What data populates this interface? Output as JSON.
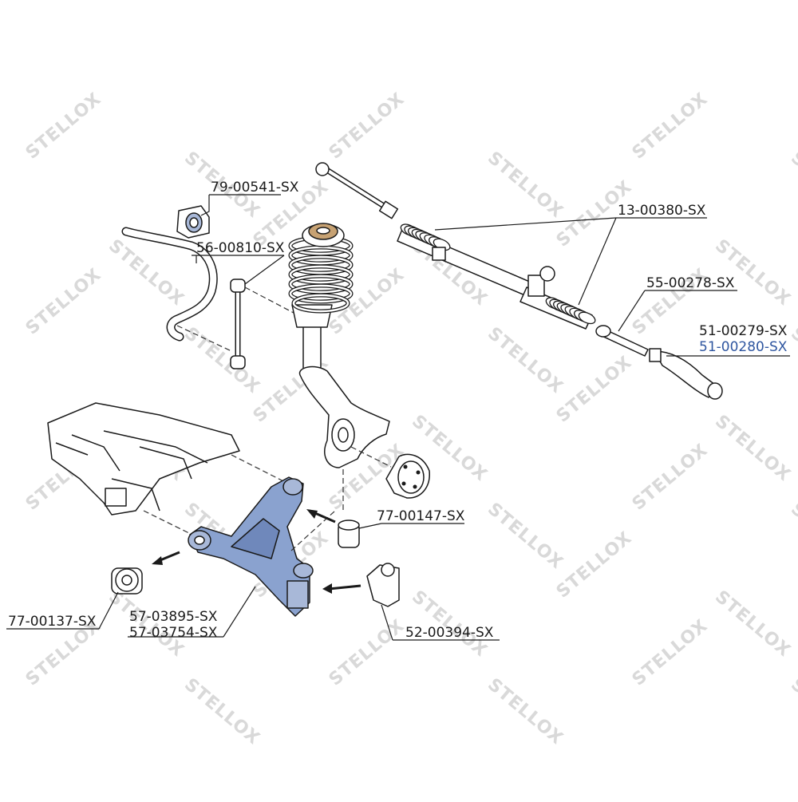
{
  "watermark": {
    "brand": "STELLOX"
  },
  "colors": {
    "highlight": "#2f56a0",
    "part_fill": "#ffffff",
    "arm_fill": "#8aa2cf",
    "mount_fill": "#a8b8d8",
    "bushing_fill": "#c7a273",
    "line": "#1a1a1a"
  },
  "labels": {
    "stabilizer_bushing": "79-00541-SX",
    "stabilizer_link": "56-00810-SX",
    "steering_rack": "13-00380-SX",
    "tie_rod": "55-00278-SX",
    "tie_rod_end_left": "51-00279-SX",
    "tie_rod_end_right": "51-00280-SX",
    "arm_bushing_front": "77-00147-SX",
    "arm_bushing_rear": "77-00137-SX",
    "control_arm_1": "57-03895-SX",
    "control_arm_2": "57-03754-SX",
    "ball_joint": "52-00394-SX"
  }
}
